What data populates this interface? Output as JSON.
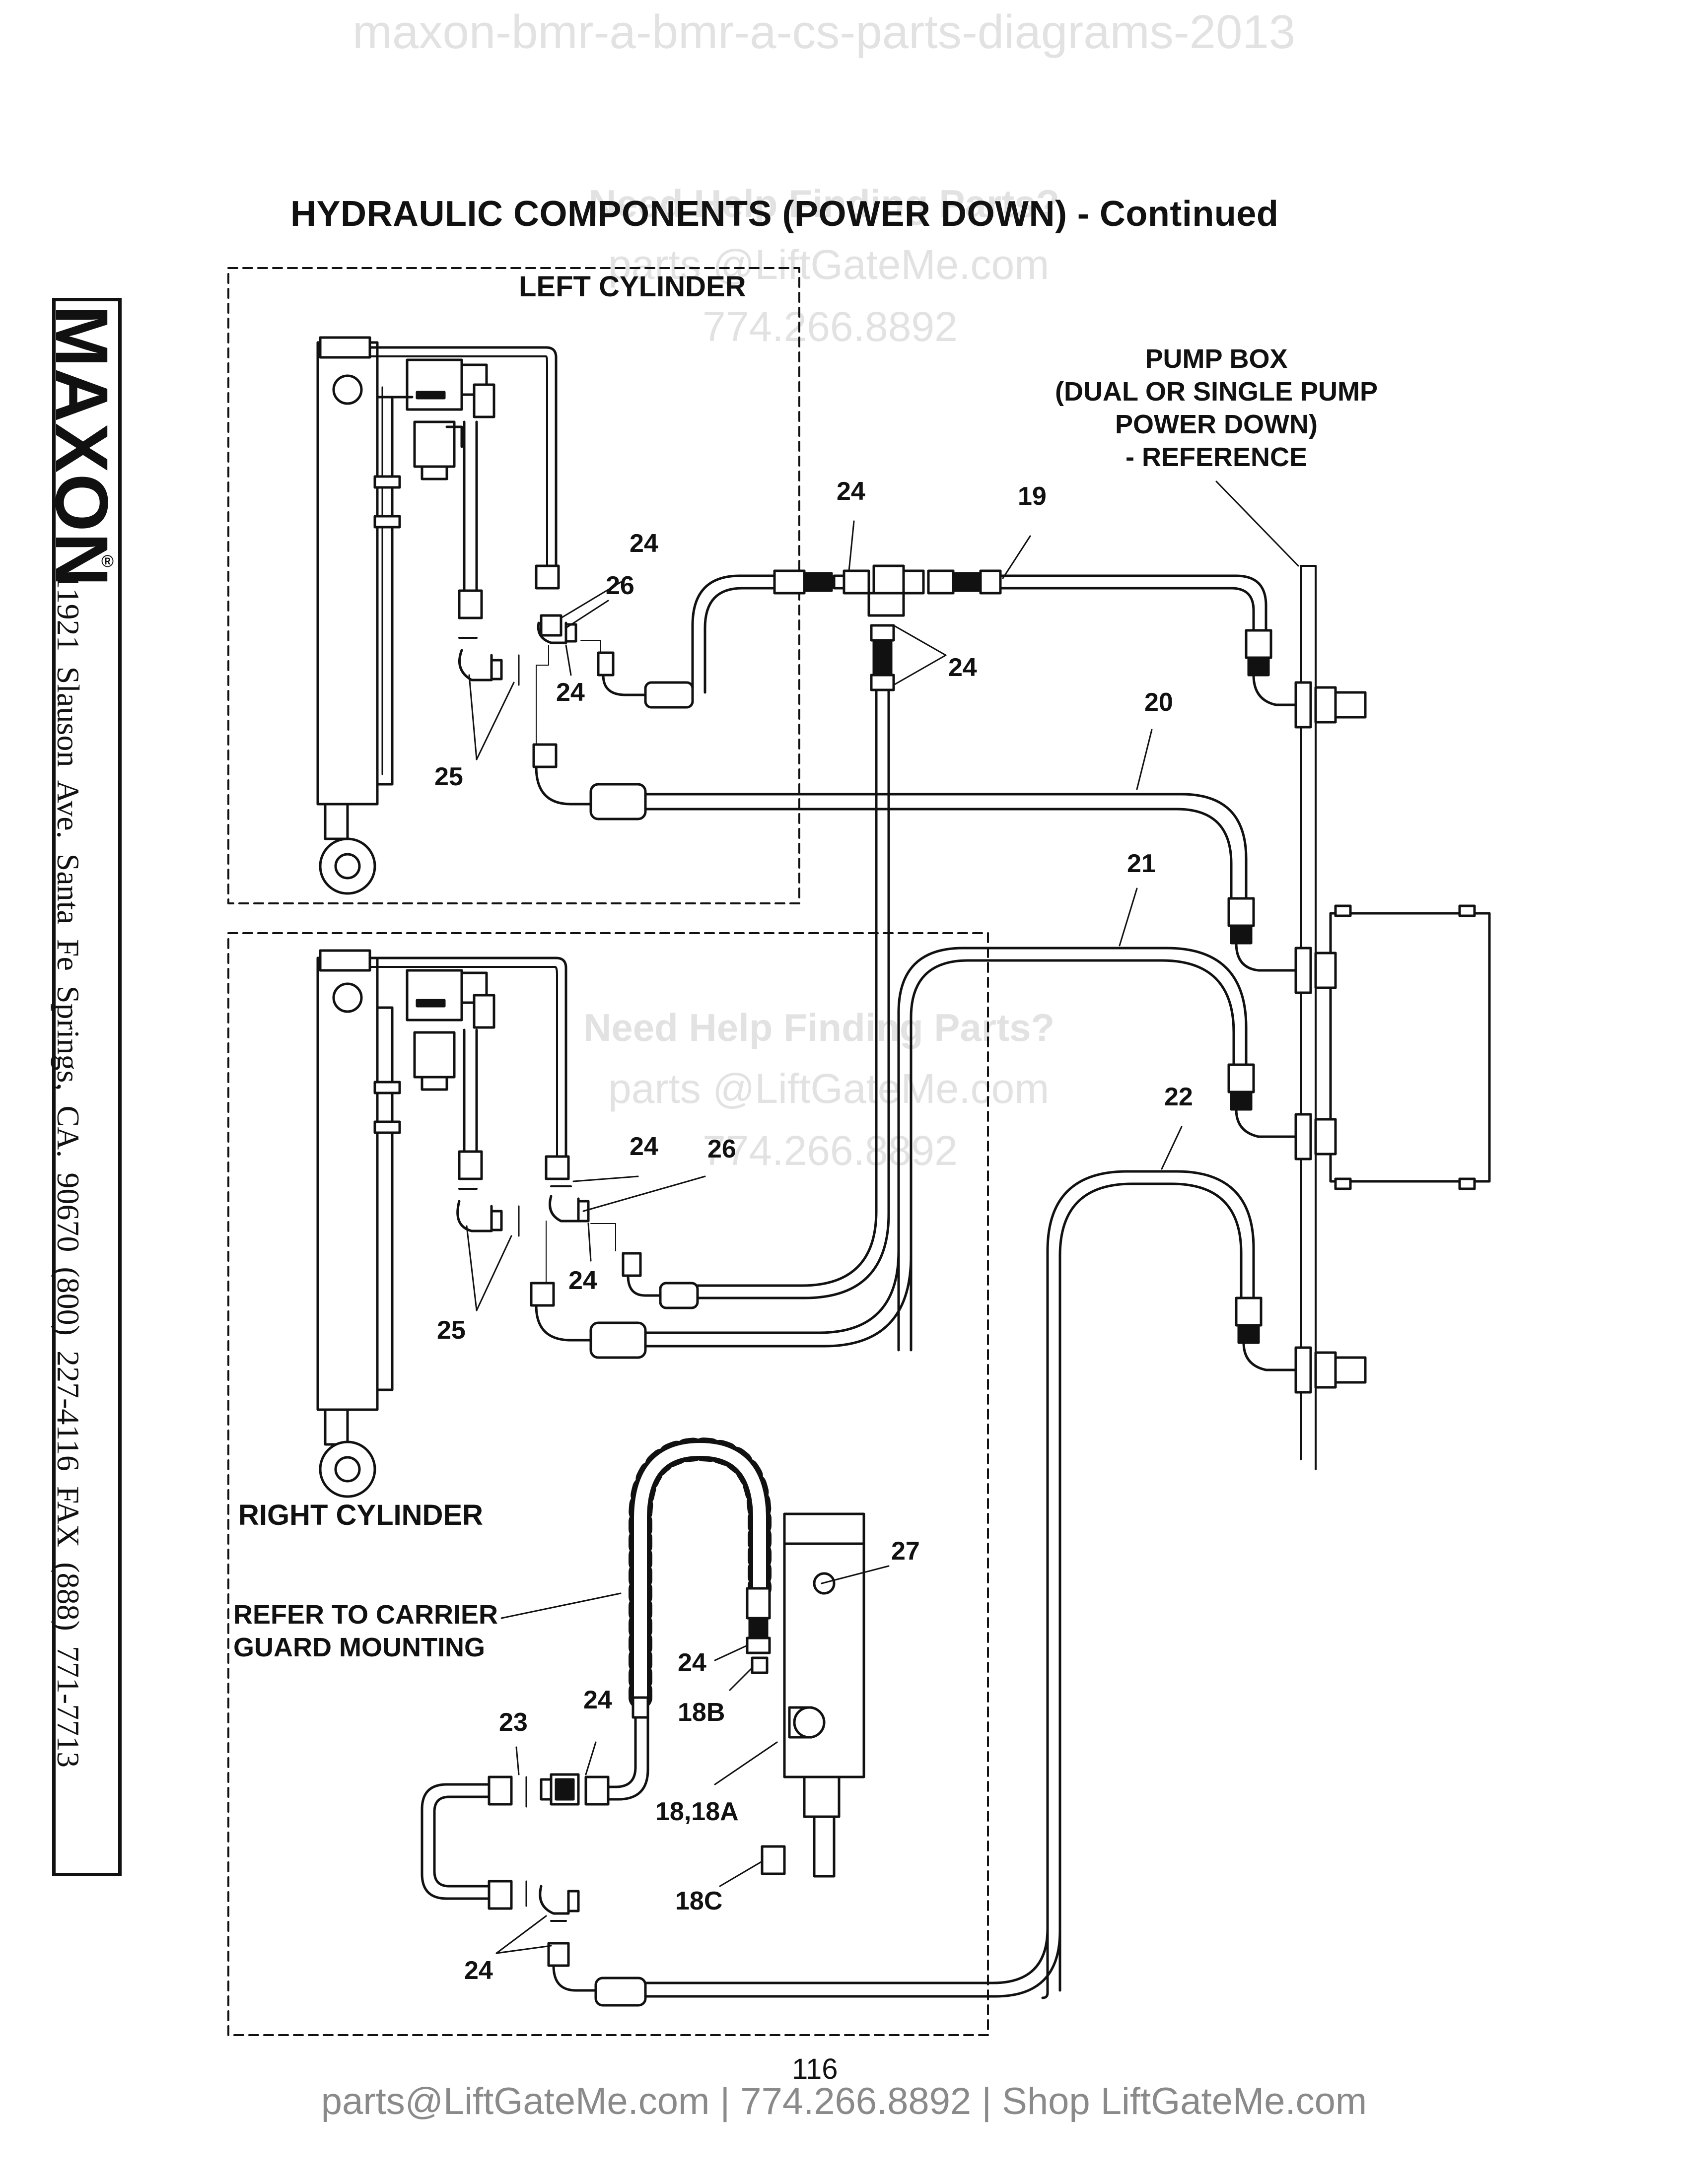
{
  "watermarks": {
    "top_line": "maxon-bmr-a-bmr-a-cs-parts-diagrams-2013",
    "help_1": "Need Help Finding Parts?",
    "email_1": "parts @LiftGateMe.com",
    "phone_1": "774.266.8892",
    "help_2": "Need Help Finding Parts?",
    "email_2": "parts @LiftGateMe.com",
    "phone_2": "774.266.8892"
  },
  "title": "HYDRAULIC COMPONENTS (POWER DOWN) - Continued",
  "sidebar": {
    "logo": "MAXON",
    "reg": "®",
    "address": "11921 Slauson Ave.  Santa Fe Springs, CA.  90670  (800) 227-4116  FAX (888) 771-7713"
  },
  "labels": {
    "left_cylinder": "LEFT CYLINDER",
    "right_cylinder": "RIGHT CYLINDER",
    "pump_box": [
      "PUMP BOX",
      "(DUAL OR SINGLE PUMP",
      "POWER DOWN)",
      "- REFERENCE"
    ],
    "carrier_guard": [
      "REFER TO CARRIER",
      "GUARD MOUNTING"
    ]
  },
  "callouts": {
    "c24_a": "24",
    "c26_a": "26",
    "c24_b": "24",
    "c25_a": "25",
    "c24_top": "24",
    "c19": "19",
    "c24_tee": "24",
    "c20": "20",
    "c21": "21",
    "c22": "22",
    "c24_c": "24",
    "c26_b": "26",
    "c24_d": "24",
    "c25_b": "25",
    "c27": "27",
    "c24_e": "24",
    "c18b": "18B",
    "c18": "18,18A",
    "c18c": "18C",
    "c23": "23",
    "c24_f": "24",
    "c24_g": "24"
  },
  "page_number": "116",
  "footer": "parts@LiftGateMe.com | 774.266.8892 | Shop LiftGateMe.com"
}
